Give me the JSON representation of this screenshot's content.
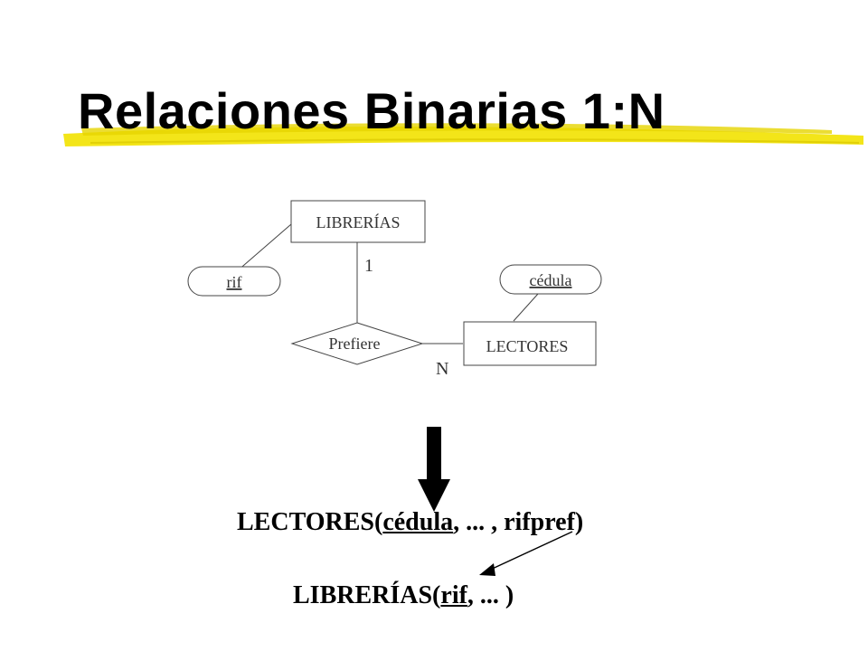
{
  "slide": {
    "title": "Relaciones Binarias 1:N"
  },
  "diagram": {
    "entities": {
      "librerias": "LIBRERÍAS",
      "lectores": "LECTORES"
    },
    "relationship": "Prefiere",
    "attributes": {
      "rif": "rif",
      "cedula": "cédula"
    },
    "cardinalities": {
      "librerias_side": "1",
      "lectores_side": "N"
    }
  },
  "schemas": {
    "lectores": {
      "name": "LECTORES(",
      "key": "cédula",
      "rest": ", ... , rifpref)"
    },
    "librerias": {
      "name": "LIBRERÍAS(",
      "key": "rif",
      "rest": ", ... )"
    }
  },
  "colors": {
    "highlighter": "#F2E200",
    "lines": "#444444",
    "text": "#000000"
  }
}
